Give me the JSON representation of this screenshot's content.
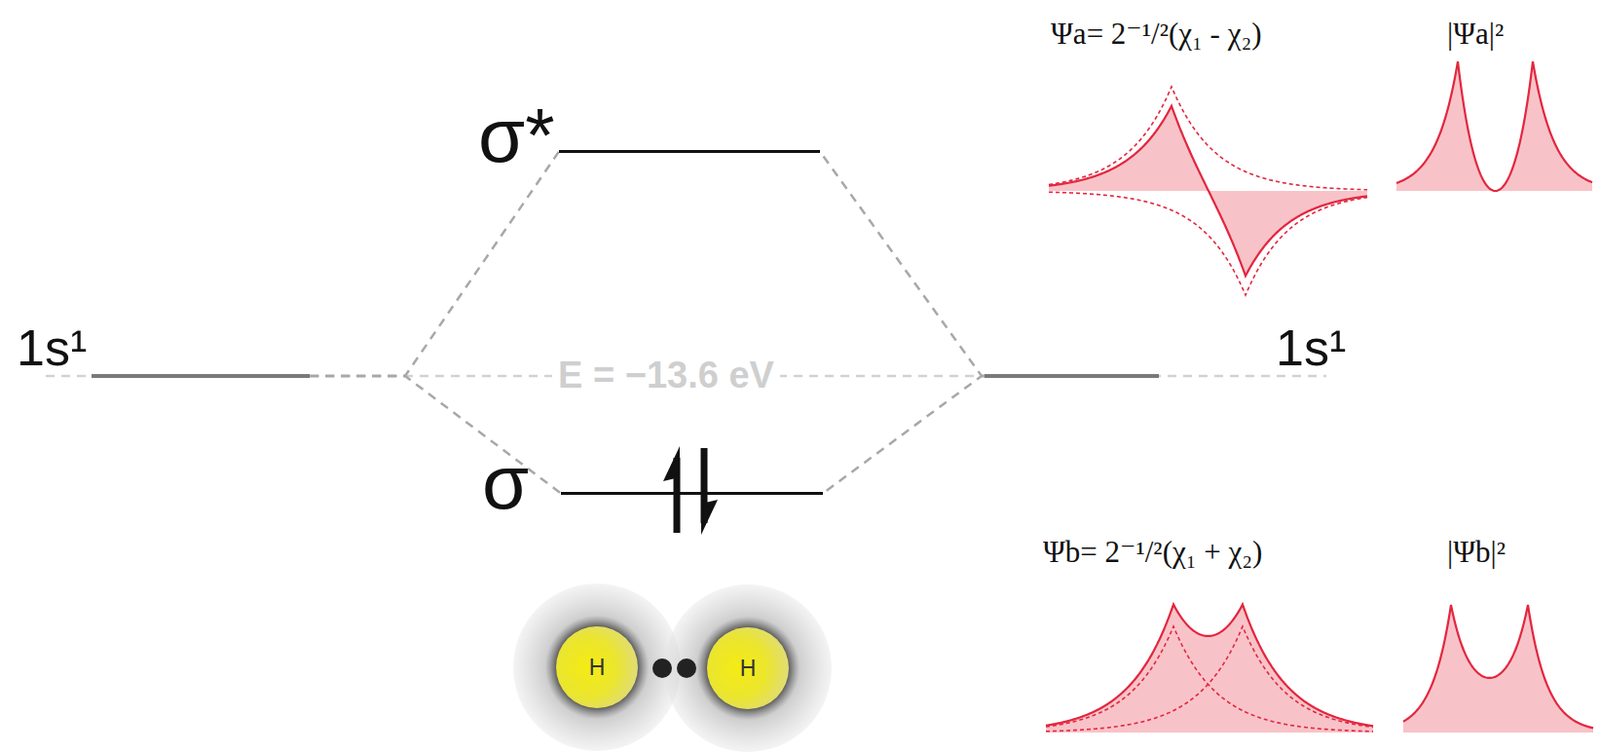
{
  "diagram": {
    "nodes": [
      {
        "text": [
          "1s¹"
        ]
      },
      {
        "text": [
          "σ*"
        ]
      },
      {
        "text": [
          "σ"
        ]
      },
      {
        "text": [
          "1s¹"
        ]
      },
      {
        "text": [
          "H"
        ]
      },
      {
        "text": [
          "H"
        ]
      }
    ],
    "edges": [
      {
        "from": 0,
        "to": 1,
        "arrow": "none"
      },
      {
        "from": 0,
        "to": 2,
        "arrow": "none"
      },
      {
        "from": 3,
        "to": 1,
        "arrow": "none"
      },
      {
        "from": 3,
        "to": 2,
        "arrow": "none"
      }
    ],
    "labels": [
      "E = −13.6 eV",
      "Ψa= 2⁻¹/²(χ₁ - χ₂)",
      "|Ψa|²",
      "Ψb= 2⁻¹/²(χ₁ + χ₂)",
      "|Ψb|²"
    ]
  }
}
